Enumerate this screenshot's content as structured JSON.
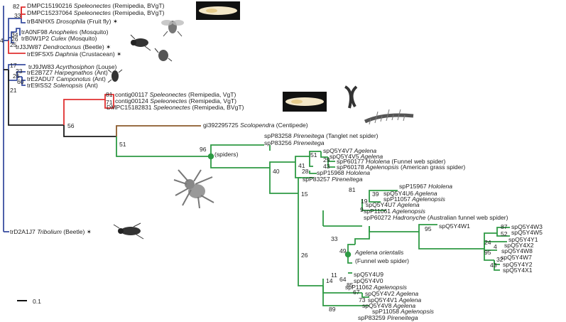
{
  "leaves": [
    {
      "id": "dmpc190216",
      "acc": "DMPC15190216",
      "genus": "Speleonectes",
      "note": "(Remipedia, BVgT)"
    },
    {
      "id": "dmpc237064",
      "acc": "DMPC15237064",
      "genus": "Speleonectes",
      "note": "(Remipedia, BVgT)"
    },
    {
      "id": "tr_b4nhx5",
      "acc": "trB4NHX5",
      "genus": "Drosophila",
      "note": "(Fruit fly)",
      "star": "✶"
    },
    {
      "id": "tr_a0nf98",
      "acc": "trA0NF98",
      "genus": "Anopheles",
      "note": "(Mosquito)"
    },
    {
      "id": "tr_b0w1p2",
      "acc": "trB0W1P2",
      "genus": "Culex",
      "note": "(Mosquito)"
    },
    {
      "id": "tr_j3jw87",
      "acc": "trJ3JW87",
      "genus": "Dendroctonus",
      "note": "(Beetle)",
      "star": "✶"
    },
    {
      "id": "tr_e9fsx5",
      "acc": "trE9FSX5",
      "genus": "Daphnia",
      "note": "(Crustacean)",
      "star": "✶"
    },
    {
      "id": "tr_j9jw83",
      "acc": "trJ9JW83",
      "genus": "Acyrthosiphon",
      "note": "(Louse)"
    },
    {
      "id": "tr_e2b7z7",
      "acc": "trE2B7Z7",
      "genus": "Harpegnathos",
      "note": "(Ant)"
    },
    {
      "id": "tr_e2adu7",
      "acc": "trE2ADU7",
      "genus": "Camponotus",
      "note": "(Ant)"
    },
    {
      "id": "tr_e9iss2",
      "acc": "trE9ISS2",
      "genus": "Solenopsis",
      "note": "(Ant)"
    },
    {
      "id": "contig117",
      "acc": "contig00117",
      "genus": "Speleonectes",
      "note": "(Remipedia, VgT)"
    },
    {
      "id": "contig124",
      "acc": "contig00124",
      "genus": "Speleonectes",
      "note": "(Remipedia, VgT)"
    },
    {
      "id": "dmpc182831",
      "acc": "DMPC15182831",
      "genus": "Speleonectes",
      "note": "(Remipedia, BVgT)"
    },
    {
      "id": "gi392",
      "acc": "gi392295725",
      "genus": "Scolopendra",
      "note": "(Centipede)"
    },
    {
      "id": "sp83258",
      "acc": "spP83258",
      "genus": "Pireneitega",
      "note": "(Tanglet net spider)"
    },
    {
      "id": "sp83256",
      "acc": "spP83256",
      "genus": "Pireneitega",
      "note": ""
    },
    {
      "id": "sp5y4v7",
      "acc": "spQ5Y4V7",
      "genus": "Agelena",
      "note": ""
    },
    {
      "id": "sp5y4v5",
      "acc": "spQ5Y4V5",
      "genus": "Agelena",
      "note": ""
    },
    {
      "id": "sp60177",
      "acc": "spP60177",
      "genus": "Hololena",
      "note": "(Funnel web spider)"
    },
    {
      "id": "sp60178",
      "acc": "spP60178",
      "genus": "Agelenopsis",
      "note": "(American grass spider)"
    },
    {
      "id": "sp15968",
      "acc": "spP15968",
      "genus": "Hololena",
      "note": ""
    },
    {
      "id": "sp83257",
      "acc": "spP83257",
      "genus": "Pireneitega",
      "note": ""
    },
    {
      "id": "sp15967",
      "acc": "spP15967",
      "genus": "Hololena",
      "note": ""
    },
    {
      "id": "sp5y4u6",
      "acc": "spQ5Y4U6",
      "genus": "Agelena",
      "note": ""
    },
    {
      "id": "sp11057",
      "acc": "spP11057",
      "genus": "Agelenopsis",
      "note": ""
    },
    {
      "id": "sp5y4u7",
      "acc": "spQ5Y4U7",
      "genus": "Agelena",
      "note": ""
    },
    {
      "id": "sp11061",
      "acc": "spP11061",
      "genus": "Agelenopsis",
      "note": ""
    },
    {
      "id": "sp60272",
      "acc": "spP60272",
      "genus": "Hadronyche",
      "note": "(Australian funnel web spider)"
    },
    {
      "id": "sp5y4w1",
      "acc": "spQ5Y4W1",
      "genus": "",
      "note": ""
    },
    {
      "id": "sp5y4w3",
      "acc": "spQ5Y4W3",
      "genus": "",
      "note": ""
    },
    {
      "id": "sp5y4w5",
      "acc": "spQ5Y4W5",
      "genus": "",
      "note": ""
    },
    {
      "id": "sp5y4y1",
      "acc": "spQ5Y4Y1",
      "genus": "",
      "note": ""
    },
    {
      "id": "sp5y4x2",
      "acc": "spQ5Y4X2",
      "genus": "",
      "note": ""
    },
    {
      "id": "sp5y4w8",
      "acc": "spQ5Y4W8",
      "genus": "",
      "note": ""
    },
    {
      "id": "sp5y4w7",
      "acc": "spQ5Y4W7",
      "genus": "",
      "note": ""
    },
    {
      "id": "sp5y4y2",
      "acc": "spQ5Y4Y2",
      "genus": "",
      "note": ""
    },
    {
      "id": "sp5y4x1",
      "acc": "spQ5Y4X1",
      "genus": "",
      "note": ""
    },
    {
      "id": "sp5y4u9",
      "acc": "spQ5Y4U9",
      "genus": "",
      "note": ""
    },
    {
      "id": "sp5y4v0",
      "acc": "spQ5Y4V0",
      "genus": "",
      "note": ""
    },
    {
      "id": "sp11062",
      "acc": "spP11062",
      "genus": "Agelenopsis",
      "note": ""
    },
    {
      "id": "sp5y4v2",
      "acc": "spQ5Y4V2",
      "genus": "Agelena",
      "note": ""
    },
    {
      "id": "sp5y4v1",
      "acc": "spQ5Y4V1",
      "genus": "Agelena",
      "note": ""
    },
    {
      "id": "sp5y4v8",
      "acc": "spQ5Y4V8",
      "genus": "Agelena",
      "note": ""
    },
    {
      "id": "sp11058",
      "acc": "spP11058",
      "genus": "Agelenopsis",
      "note": ""
    },
    {
      "id": "sp83259",
      "acc": "spP83259",
      "genus": "Pireneitega",
      "note": ""
    },
    {
      "id": "tr_d2a1j7",
      "acc": "trD2A1J7",
      "genus": "Tribolium",
      "note": "(Beetle)",
      "star": "✶"
    }
  ],
  "node_labels": {
    "spiders": "(spiders)",
    "agelena_orientalis_genus": "Agelena orientalis",
    "agelena_orientalis_note": "(Funnel web spider)"
  },
  "support": {
    "n82": "82",
    "n33": "33",
    "n4": "4",
    "n34": "34",
    "n26a": "26",
    "n25": "25",
    "n17": "17",
    "n23": "23",
    "n26b": "26",
    "n60": "60",
    "n21": "21",
    "n81a": "81",
    "n71": "71",
    "n56": "56",
    "n51a": "51",
    "n96": "96",
    "n40": "40",
    "n51b": "51",
    "n29": "29",
    "n41": "41",
    "n43a": "43",
    "n28": "28",
    "n81b": "81",
    "n39": "39",
    "n19": "19",
    "n15": "15",
    "n9": "9",
    "n95a": "95",
    "n87": "87",
    "n52": "52",
    "n24": "24",
    "n4b": "4",
    "n95b": "95",
    "n32": "32",
    "n43b": "43",
    "n33b": "33",
    "n49": "49",
    "n11": "11",
    "n64": "64",
    "n26c": "26",
    "n67": "67",
    "n73": "73",
    "n85": "85",
    "n14": "14",
    "n89": "89"
  },
  "scale_bar": {
    "label": "0.1"
  },
  "colors": {
    "blue": "#3a4fa0",
    "red": "#e03030",
    "black": "#1a1a1a",
    "brown": "#8b5a2b",
    "green": "#2e9a44",
    "node": "#2e9a44"
  }
}
